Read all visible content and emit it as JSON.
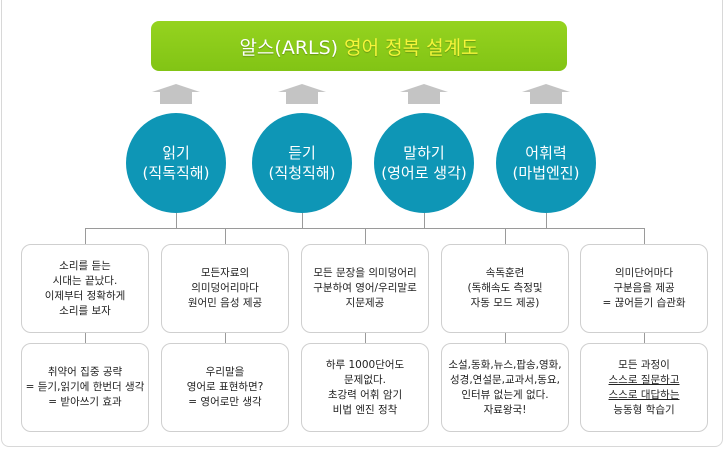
{
  "title": {
    "part1": "알스(ARLS)",
    "part2": "영어 정복 설계도"
  },
  "colors": {
    "title_bg": "#8ccc1a",
    "circle": "#0e96b6",
    "arrow": "#c4c4c4"
  },
  "circles": [
    {
      "line1": "읽기",
      "line2": "(직독직해)"
    },
    {
      "line1": "듣기",
      "line2": "(직청직해)"
    },
    {
      "line1": "말하기",
      "line2": "(영어로 생각)"
    },
    {
      "line1": "어휘력",
      "line2": "(마법엔진)"
    }
  ],
  "row1": [
    [
      "소리를 듣는",
      "시대는 끝났다.",
      "이제부터 정확하게",
      "소리를 보자"
    ],
    [
      "모든자료의",
      "의미덩어리마다",
      "원어민 음성 제공"
    ],
    [
      "모든 문장을 의미덩어리",
      "구분하여 영어/우리말로",
      "지문제공"
    ],
    [
      "속독훈련",
      "(독해속도 측정및",
      "자동 모드 제공)"
    ],
    [
      "의미단어마다",
      "구분음을 제공",
      "= 끊어듣기 습관화"
    ]
  ],
  "row2": [
    [
      "취약어 집중 공략",
      "= 듣기,읽기에 한번더 생각",
      "= 받아쓰기 효과"
    ],
    [
      "우리말을",
      "영어로 표현하면?",
      "= 영어로만 생각"
    ],
    [
      "하루 1000단어도",
      "문제없다.",
      "초강력 어휘 암기",
      "비법 엔진 정착"
    ],
    [
      "소설,동화,뉴스,팝송,영화,",
      "성경,연설문,교과서,동요,",
      "인터뷰 없는게 없다.",
      "자료왕국!"
    ],
    [
      "모든 과정이",
      "스스로 질문하고",
      "스스로 대답하는",
      "능동형 학습기"
    ]
  ]
}
